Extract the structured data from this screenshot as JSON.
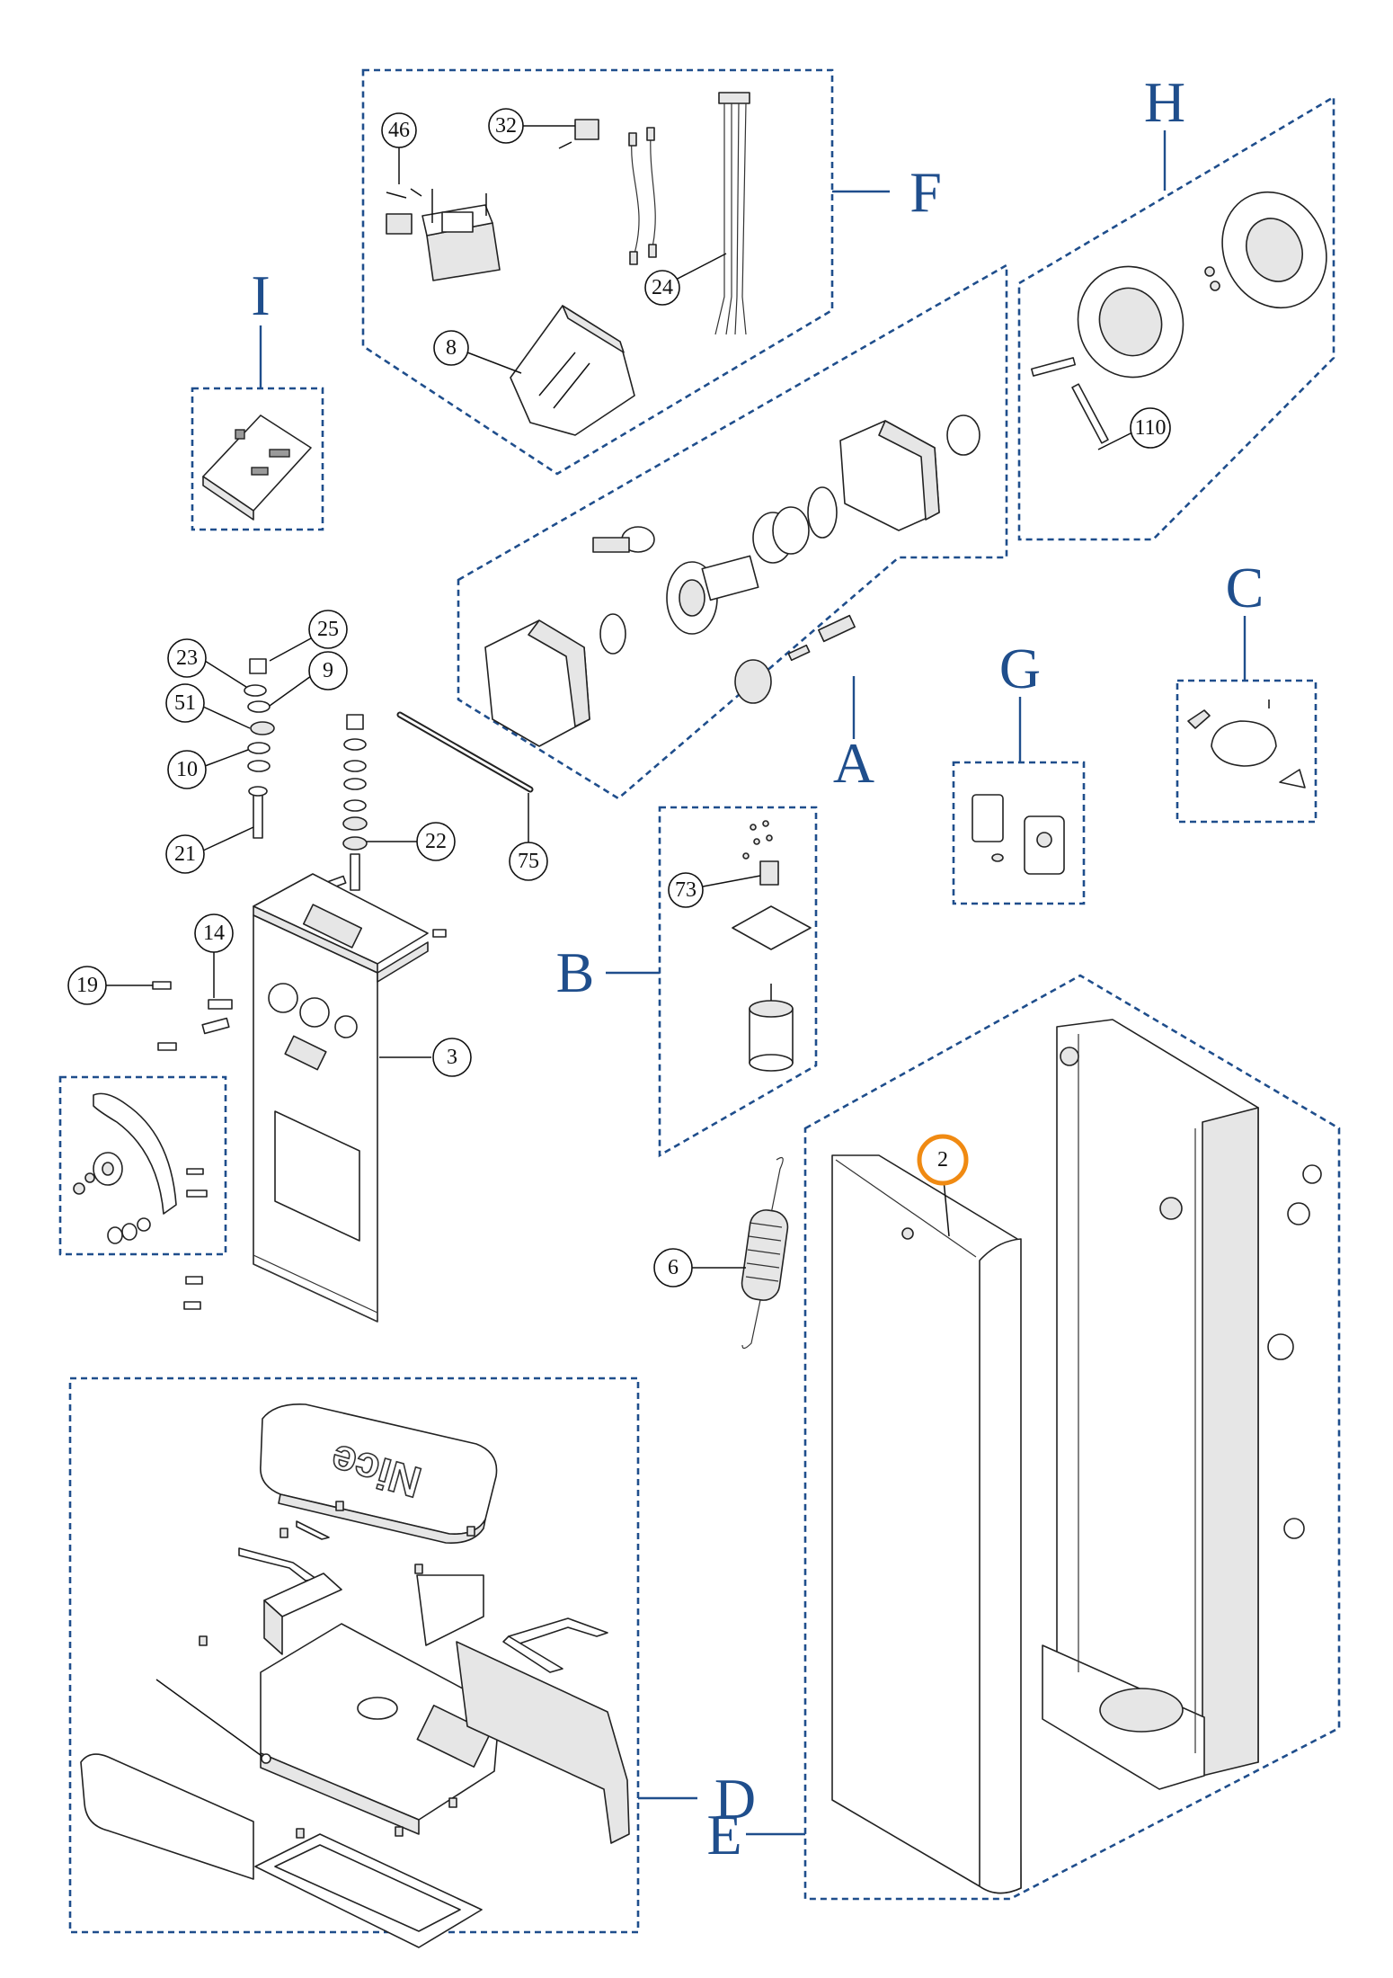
{
  "groups": {
    "A": "A",
    "B": "B",
    "C": "C",
    "D": "D",
    "E": "E",
    "F": "F",
    "G": "G",
    "H": "H",
    "I": "I"
  },
  "callouts": {
    "c46": "46",
    "c32": "32",
    "c24": "24",
    "c8": "8",
    "c110": "110",
    "c25": "25",
    "c23": "23",
    "c9": "9",
    "c51": "51",
    "c10": "10",
    "c21": "21",
    "c22": "22",
    "c75": "75",
    "c14": "14",
    "c19": "19",
    "c3": "3",
    "c73": "73",
    "c6": "6",
    "c2": "2"
  },
  "logo_text": "Nice",
  "colors": {
    "group_blue": "#1f4e8c",
    "highlight_orange": "#f08a12"
  }
}
